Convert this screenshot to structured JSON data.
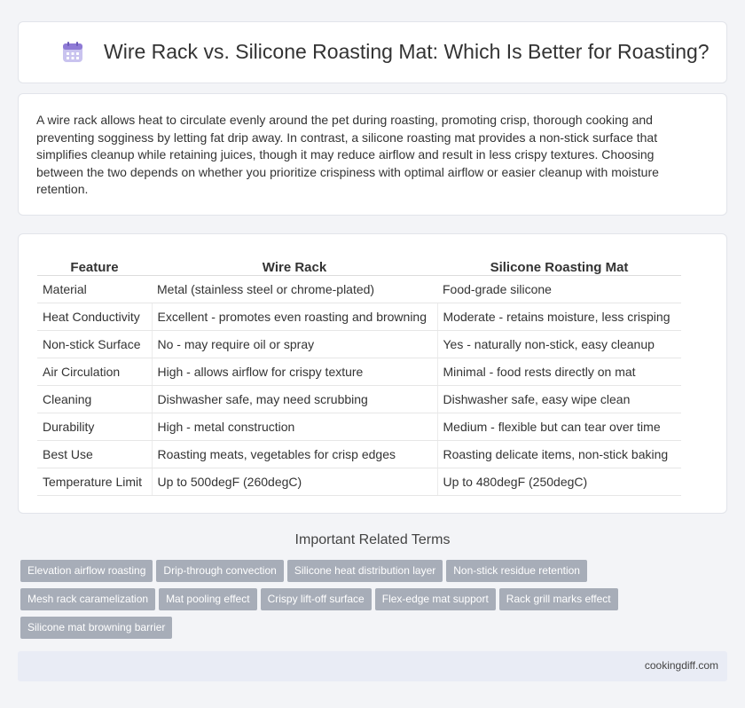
{
  "header": {
    "icon": "calendar-icon",
    "title": "Wire Rack vs. Silicone Roasting Mat: Which Is Better for Roasting?"
  },
  "intro": {
    "text": "A wire rack allows heat to circulate evenly around the pet during roasting, promoting crisp, thorough cooking and preventing sogginess by letting fat drip away. In contrast, a silicone roasting mat provides a non-stick surface that simplifies cleanup while retaining juices, though it may reduce airflow and result in less crispy textures. Choosing between the two depends on whether you prioritize crispiness with optimal airflow or easier cleanup with moisture retention."
  },
  "table": {
    "headers": [
      "Feature",
      "Wire Rack",
      "Silicone Roasting Mat"
    ],
    "rows": [
      [
        "Material",
        "Metal (stainless steel or chrome-plated)",
        "Food-grade silicone"
      ],
      [
        "Heat Conductivity",
        "Excellent - promotes even roasting and browning",
        "Moderate - retains moisture, less crisping"
      ],
      [
        "Non-stick Surface",
        "No - may require oil or spray",
        "Yes - naturally non-stick, easy cleanup"
      ],
      [
        "Air Circulation",
        "High - allows airflow for crispy texture",
        "Minimal - food rests directly on mat"
      ],
      [
        "Cleaning",
        "Dishwasher safe, may need scrubbing",
        "Dishwasher safe, easy wipe clean"
      ],
      [
        "Durability",
        "High - metal construction",
        "Medium - flexible but can tear over time"
      ],
      [
        "Best Use",
        "Roasting meats, vegetables for crisp edges",
        "Roasting delicate items, non-stick baking"
      ],
      [
        "Temperature Limit",
        "Up to 500degF (260degC)",
        "Up to 480degF (250degC)"
      ]
    ]
  },
  "related": {
    "title": "Important Related Terms",
    "tags": [
      "Elevation airflow roasting",
      "Drip-through convection",
      "Silicone heat distribution layer",
      "Non-stick residue retention",
      "Mesh rack caramelization",
      "Mat pooling effect",
      "Crispy lift-off surface",
      "Flex-edge mat support",
      "Rack grill marks effect",
      "Silicone mat browning barrier"
    ]
  },
  "footer": {
    "site": "cookingdiff.com"
  },
  "colors": {
    "background": "#f3f4f7",
    "tag": "#a7adb8",
    "footer": "#e9ecf5",
    "icon_accent": "#8f7bd6"
  }
}
